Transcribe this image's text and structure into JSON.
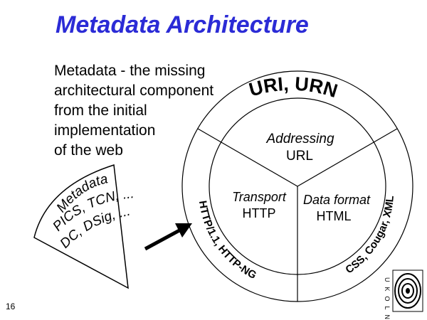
{
  "slide": {
    "title": "Metadata Architecture",
    "intro_lines": [
      "Metadata - the missing",
      "architectural component",
      "from the initial",
      "implementation",
      "of the web"
    ],
    "page_number": "16"
  },
  "wedge": {
    "lines": [
      "Metadata",
      "PICS, TCN, ...",
      "DC, DSig, ..."
    ]
  },
  "circle": {
    "top_arc_label": "URI, URN",
    "left_arc_label": "HTTP/1.1, HTTP-NG",
    "right_arc_label": "CSS, Cougar, XML",
    "top_segment": {
      "title": "Addressing",
      "item": "URL"
    },
    "left_segment": {
      "title": "Transport",
      "item": "HTTP"
    },
    "right_segment": {
      "title": "Data format",
      "item": "HTML"
    }
  },
  "logo": {
    "letters": "UKOLN"
  },
  "colors": {
    "title": "#2b2bd6",
    "lines": "#000000"
  }
}
